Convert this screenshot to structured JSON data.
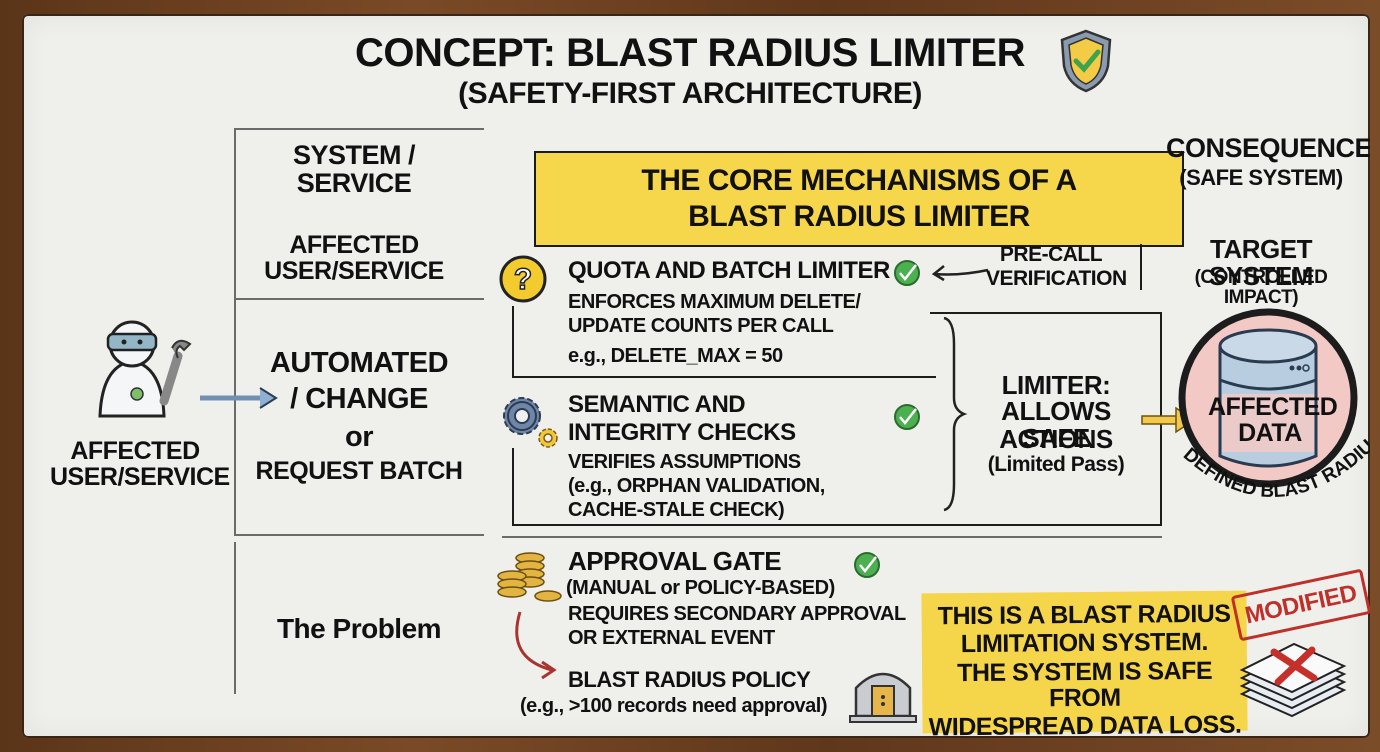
{
  "title": {
    "main": "CONCEPT: BLAST RADIUS LIMITER",
    "subtitle": "(SAFETY-FIRST ARCHITECTURE)"
  },
  "left_column": {
    "header_top": "SYSTEM / SERVICE",
    "header_bottom": "AFFECTED USER/SERVICE",
    "actor_label": "AFFECTED USER/SERVICE",
    "request_line1": "AUTOMATED",
    "request_line2": "/ CHANGE",
    "request_line3": "or",
    "request_line4": "REQUEST BATCH",
    "problem_label": "The Problem"
  },
  "core_banner": {
    "line1": "THE CORE MECHANISMS OF A",
    "line2": "BLAST RADIUS LIMITER"
  },
  "mechanisms": [
    {
      "title": "QUOTA AND BATCH LIMITER",
      "desc_line1": "ENFORCES MAXIMUM DELETE/",
      "desc_line2": "UPDATE COUNTS PER CALL",
      "example": "e.g., DELETE_MAX = 50",
      "icon": "question-icon",
      "status": "check"
    },
    {
      "title_line1": "SEMANTIC AND",
      "title_line2": "INTEGRITY CHECKS",
      "desc_line1": "VERIFIES ASSUMPTIONS",
      "desc_line2": "(e.g., ORPHAN VALIDATION,",
      "desc_line3": "CACHE-STALE CHECK)",
      "icon": "gears-icon",
      "status": "check"
    },
    {
      "title": "APPROVAL GATE",
      "subtitle": "(MANUAL or POLICY-BASED)",
      "desc_line1": "REQUIRES SECONDARY APPROVAL",
      "desc_line2": "OR EXTERNAL EVENT",
      "policy_title": "BLAST RADIUS POLICY",
      "policy_example": "(e.g., >100 records need approval)",
      "icon": "coins-icon",
      "status": "check"
    }
  ],
  "pre_call": {
    "line1": "PRE-CALL",
    "line2": "VERIFICATION"
  },
  "limiter": {
    "line1": "LIMITER:",
    "line2": "ALLOWS SAFE",
    "line3": "ACTIONS",
    "line4": "(Limited Pass)"
  },
  "consequence": {
    "header_line1": "CONSEQUENCE",
    "header_line2": "(SAFE SYSTEM)",
    "target_line1": "TARGET SYSTEM",
    "target_line2": "(CONTROLLED IMPACT)",
    "data_line1": "AFFECTED",
    "data_line2": "DATA",
    "radius_label": "DEFINED BLAST RADIUS"
  },
  "summary_note": {
    "line1": "THIS IS A BLAST RADIUS",
    "line2": "LIMITATION SYSTEM.",
    "line3": "THE SYSTEM IS SAFE FROM",
    "line4": "WIDESPREAD DATA LOSS."
  },
  "stamp": "MODIFIED",
  "colors": {
    "highlight_yellow": "#f6d64a",
    "check_green": "#4caf50",
    "radius_pink": "#f3c9c6",
    "stamp_red": "#c0302b",
    "frame_brown": "#6b3f1f"
  }
}
